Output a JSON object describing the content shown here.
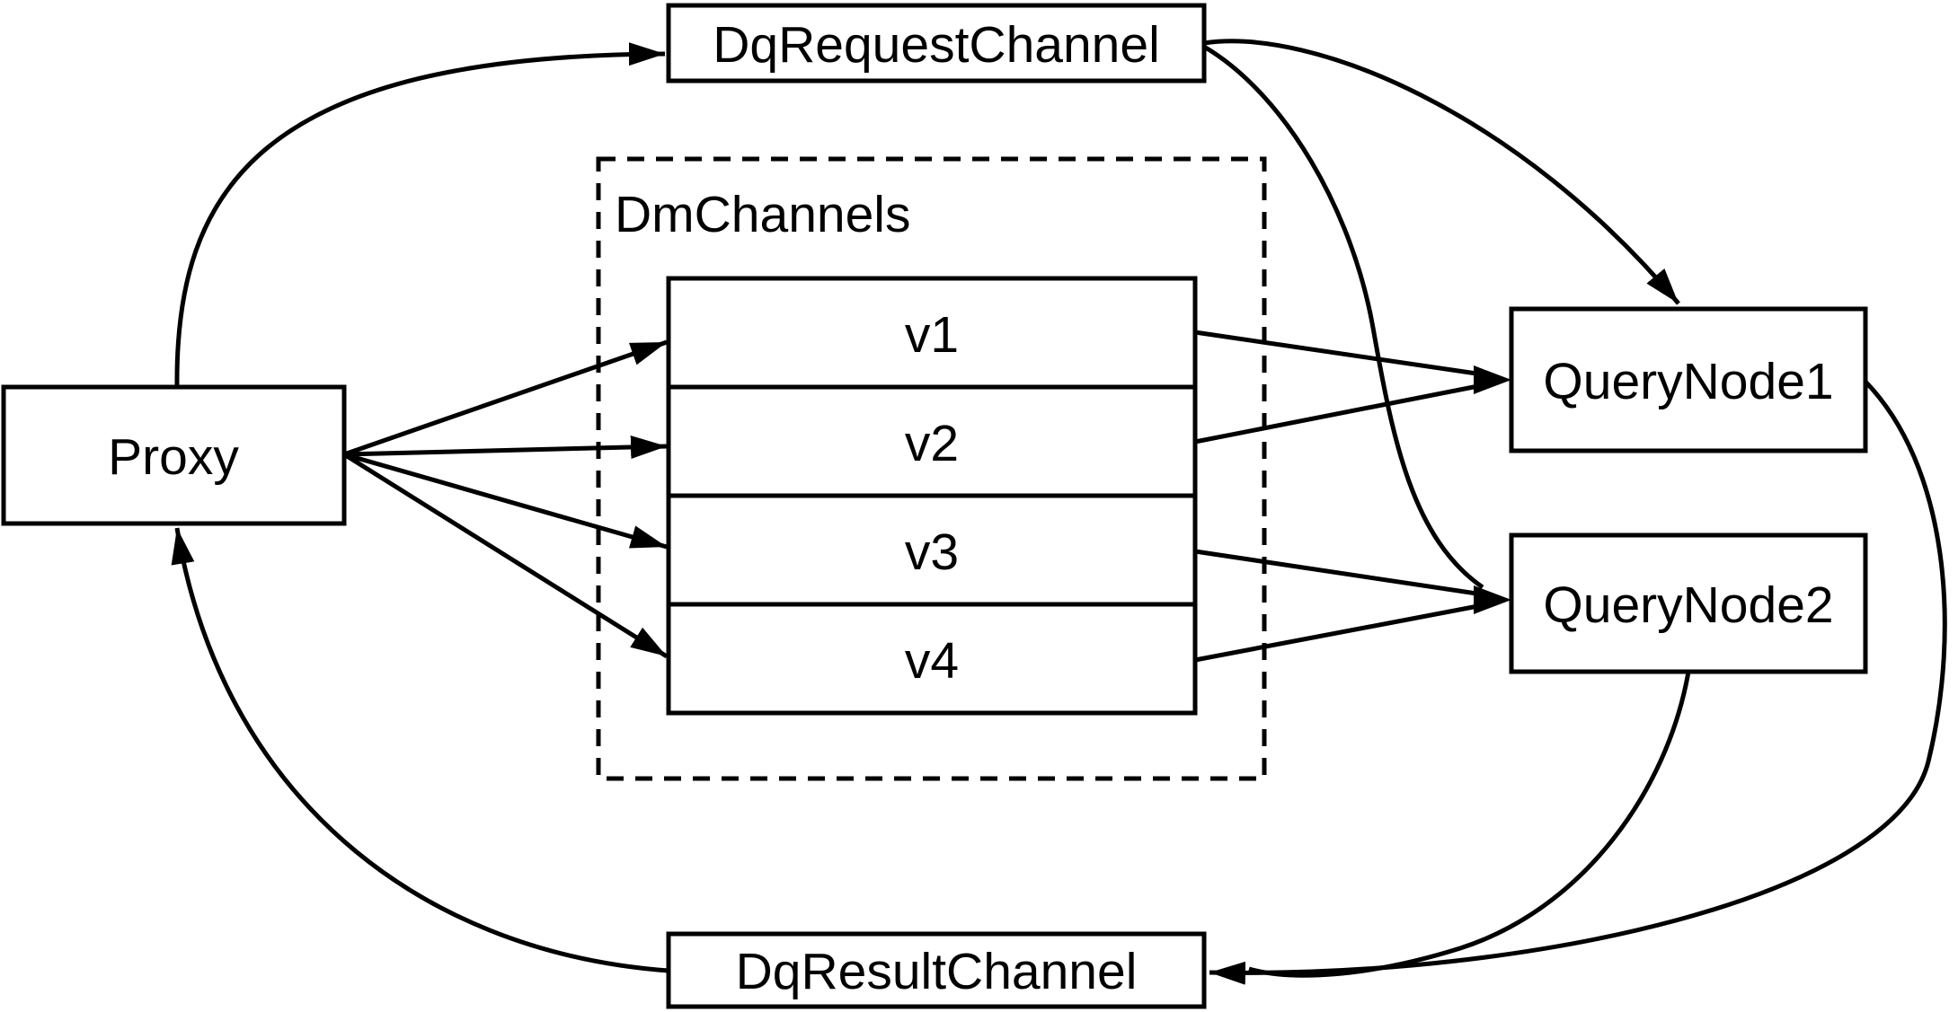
{
  "diagram": {
    "background": "#ffffff",
    "stroke_color": "#000000",
    "nodes": {
      "dq_request_channel": {
        "label": "DqRequestChannel"
      },
      "dm_channels": {
        "label": "DmChannels",
        "channels": [
          {
            "label": "v1"
          },
          {
            "label": "v2"
          },
          {
            "label": "v3"
          },
          {
            "label": "v4"
          }
        ]
      },
      "proxy": {
        "label": "Proxy"
      },
      "query_node1": {
        "label": "QueryNode1"
      },
      "query_node2": {
        "label": "QueryNode2"
      },
      "dq_result_channel": {
        "label": "DqResultChannel"
      }
    },
    "edges": [
      {
        "from": "Proxy",
        "to": "DqRequestChannel"
      },
      {
        "from": "Proxy",
        "to": "v1"
      },
      {
        "from": "Proxy",
        "to": "v2"
      },
      {
        "from": "Proxy",
        "to": "v3"
      },
      {
        "from": "Proxy",
        "to": "v4"
      },
      {
        "from": "DqRequestChannel",
        "to": "QueryNode1"
      },
      {
        "from": "DqRequestChannel",
        "to": "QueryNode2"
      },
      {
        "from": "v1",
        "to": "QueryNode1"
      },
      {
        "from": "v2",
        "to": "QueryNode1"
      },
      {
        "from": "v3",
        "to": "QueryNode2"
      },
      {
        "from": "v4",
        "to": "QueryNode2"
      },
      {
        "from": "QueryNode1",
        "to": "DqResultChannel"
      },
      {
        "from": "QueryNode2",
        "to": "DqResultChannel"
      },
      {
        "from": "DqResultChannel",
        "to": "Proxy"
      }
    ]
  }
}
